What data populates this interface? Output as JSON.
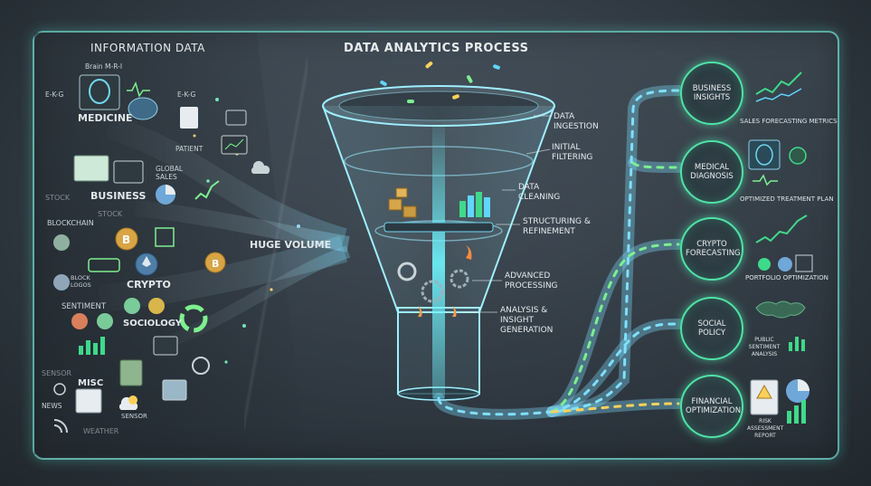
{
  "left": {
    "title": "INFORMATION DATA",
    "labels": {
      "brain_mri": "Brain M-R-I",
      "ekg_left": "E-K-G",
      "ekg_right": "E-K-G",
      "medicine": "MEDICINE",
      "patient": "PATIENT",
      "global_sales": "GLOBAL SALES",
      "business": "BUSINESS",
      "stock_a": "STOCK",
      "stock_b": "STOCK",
      "blockchain": "BLOCKCHAIN",
      "huge_volume": "HUGE VOLUME",
      "block_logos": "BLOCK LOGOS",
      "crypto": "CRYPTO",
      "sentiment": "Sentiment",
      "sociology": "SOCIOLOGY",
      "sensor_a": "SENSOR",
      "misc": "MISC",
      "news": "NEWS",
      "sensor_b": "SENSOR",
      "weather": "WEATHER"
    }
  },
  "center": {
    "title": "DATA ANALYTICS PROCESS",
    "stages": [
      "DATA INGESTION",
      "INITIAL FILTERING",
      "DATA CLEANING",
      "STRUCTURING & REFINEMENT",
      "ADVANCED PROCESSING",
      "ANALYSIS & INSIGHT GENERATION"
    ]
  },
  "outputs": [
    {
      "label": "BUSINESS INSIGHTS",
      "sub": "SALES FORECASTING METRICS",
      "icon": "line-chart-icon"
    },
    {
      "label": "MEDICAL DIAGNOSIS",
      "sub": "OPTIMIZED TREATMENT PLAN",
      "icon": "caduceus-icon"
    },
    {
      "label": "CRYPTO FORECASTING",
      "sub": "PORTFOLIO OPTIMIZATION",
      "icon": "trend-arrow-icon"
    },
    {
      "label": "SOCIAL POLICY",
      "sub": "PUBLIC SENTIMENT ANALYSIS",
      "icon": "world-map-icon"
    },
    {
      "label": "FINANCIAL OPTIMIZATION",
      "sub": "RISK ASSESSMENT REPORT",
      "icon": "warning-report-icon"
    }
  ],
  "colors": {
    "accent": "#4fe3a8",
    "border": "#78ebdc",
    "stream": "#7fe0ff",
    "bar": "#3fd98a"
  }
}
